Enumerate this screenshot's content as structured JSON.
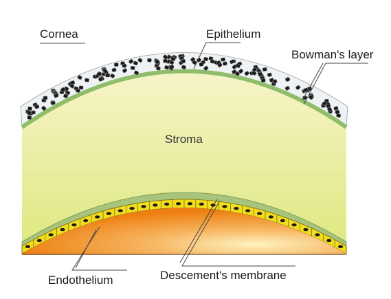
{
  "labels": {
    "cornea": "Cornea",
    "epithelium": "Epithelium",
    "bowmans_layer": "Bowman's layer",
    "stroma": "Stroma",
    "endothelium": "Endothelium",
    "descemets_membrane": "Descement's membrane"
  },
  "colors": {
    "epithelium_fill": "#eef2f4",
    "epithelium_cells": "#1a1a1a",
    "bowmans_layer": "#8fbd6a",
    "stroma_top": "#f7f4c9",
    "stroma_bottom": "#dde87e",
    "descemets_membrane": "#a8c47c",
    "endothelium_cells": "#f2dc1e",
    "endothelium_nuclei": "#1a1a1a",
    "anterior_chamber_dark": "#ee7f10",
    "anterior_chamber_light": "#fff2c0",
    "leader_lines": "#444444"
  }
}
